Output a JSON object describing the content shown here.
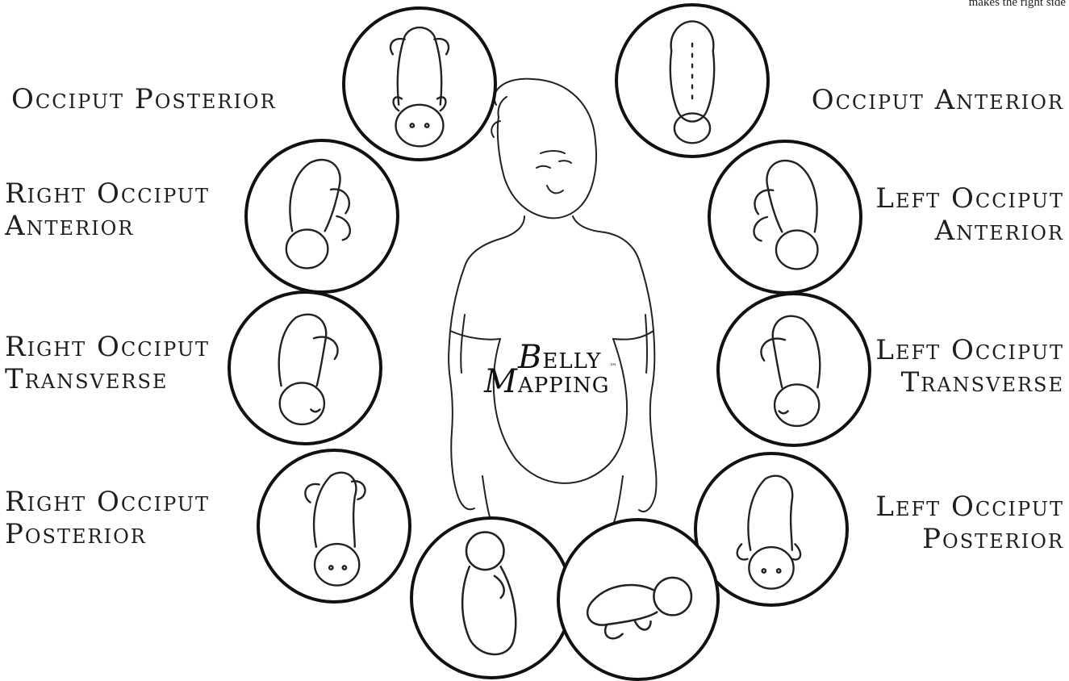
{
  "corner_note": "makes the right side",
  "positions": [
    {
      "id": "op",
      "line1": "Occiput Posterior",
      "line2": ""
    },
    {
      "id": "oa",
      "line1": "Occiput Anterior",
      "line2": ""
    },
    {
      "id": "roa",
      "line1": "Right Occiput",
      "line2": "Anterior"
    },
    {
      "id": "loa",
      "line1": "Left Occiput",
      "line2": "Anterior"
    },
    {
      "id": "rot",
      "line1": "Right Occiput",
      "line2": "Transverse"
    },
    {
      "id": "lot",
      "line1": "Left Occiput",
      "line2": "Transverse"
    },
    {
      "id": "rop",
      "line1": "Right Occiput",
      "line2": "Posterior"
    },
    {
      "id": "lop",
      "line1": "Left Occiput",
      "line2": "Posterior"
    }
  ],
  "logo": {
    "b": "B",
    "elly": "ELLY",
    "m": "M",
    "apping": "APPING",
    "tm": "™"
  }
}
